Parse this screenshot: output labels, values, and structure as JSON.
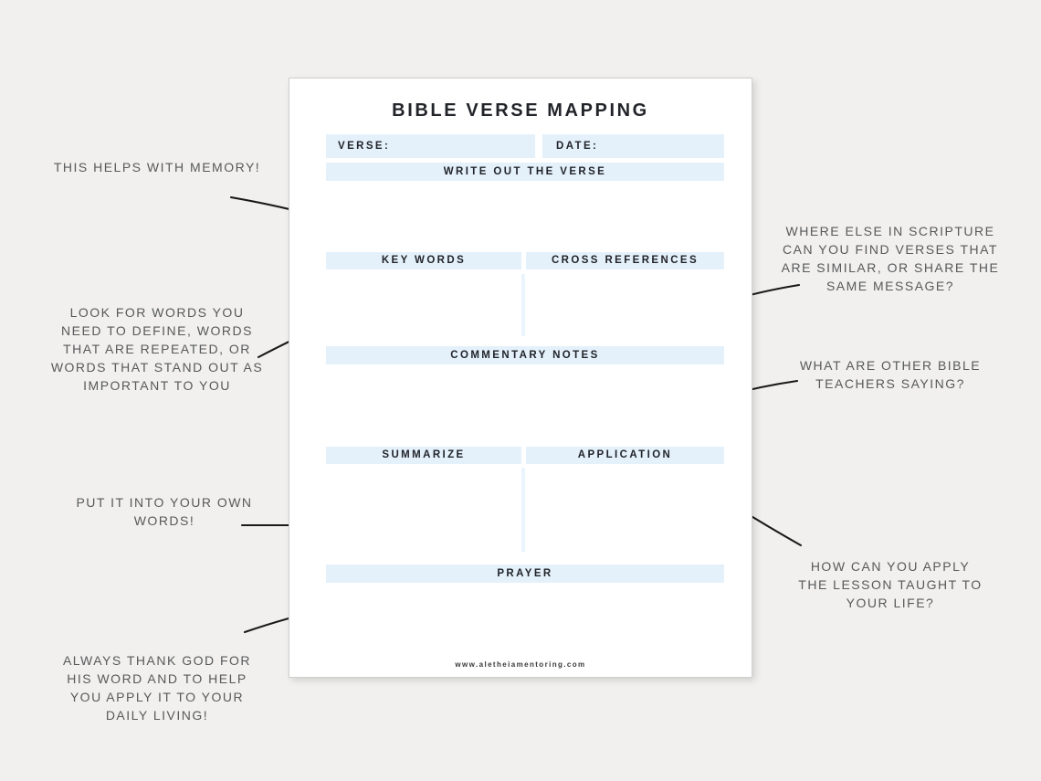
{
  "worksheet": {
    "title": "BIBLE VERSE MAPPING",
    "verse_label": "VERSE:",
    "date_label": "DATE:",
    "sections": {
      "write_verse": "WRITE OUT THE VERSE",
      "key_words": "KEY WORDS",
      "cross_references": "CROSS REFERENCES",
      "commentary_notes": "COMMENTARY NOTES",
      "summarize": "SUMMARIZE",
      "application": "APPLICATION",
      "prayer": "PRAYER"
    },
    "footer_url": "www.aletheiamentoring.com"
  },
  "annotations": {
    "left": [
      {
        "id": "memory-note",
        "lines": [
          "THIS HELPS WITH MEMORY!"
        ]
      },
      {
        "id": "key-words-note",
        "lines": [
          "LOOK FOR WORDS YOU",
          "NEED TO DEFINE, WORDS",
          "THAT ARE REPEATED, OR",
          "WORDS THAT STAND OUT AS",
          "IMPORTANT TO YOU"
        ]
      },
      {
        "id": "summarize-note",
        "lines": [
          "PUT IT INTO YOUR OWN",
          "WORDS!"
        ]
      },
      {
        "id": "prayer-note",
        "lines": [
          "ALWAYS THANK GOD FOR",
          "HIS WORD AND TO HELP",
          "YOU APPLY IT TO YOUR",
          "DAILY LIVING!"
        ]
      }
    ],
    "right": [
      {
        "id": "cross-references-note",
        "lines": [
          "WHERE ELSE IN SCRIPTURE",
          "CAN YOU FIND VERSES THAT",
          "ARE SIMILAR, OR SHARE THE",
          "SAME MESSAGE?"
        ]
      },
      {
        "id": "commentary-note",
        "lines": [
          "WHAT ARE OTHER BIBLE",
          "TEACHERS SAYING?"
        ]
      },
      {
        "id": "application-note",
        "lines": [
          "HOW CAN YOU APPLY",
          "THE LESSON TAUGHT TO",
          "YOUR LIFE?"
        ]
      }
    ]
  },
  "icons": {
    "annotation_arrow": "hand-drawn-arrow"
  },
  "colors": {
    "background": "#f1f0ee",
    "page": "#ffffff",
    "section_bar": "#e4f1fb",
    "divider": "#eaf4fd",
    "heading_text": "#22242a",
    "annotation_text": "#58595b",
    "arrow": "#1a1a1a"
  }
}
